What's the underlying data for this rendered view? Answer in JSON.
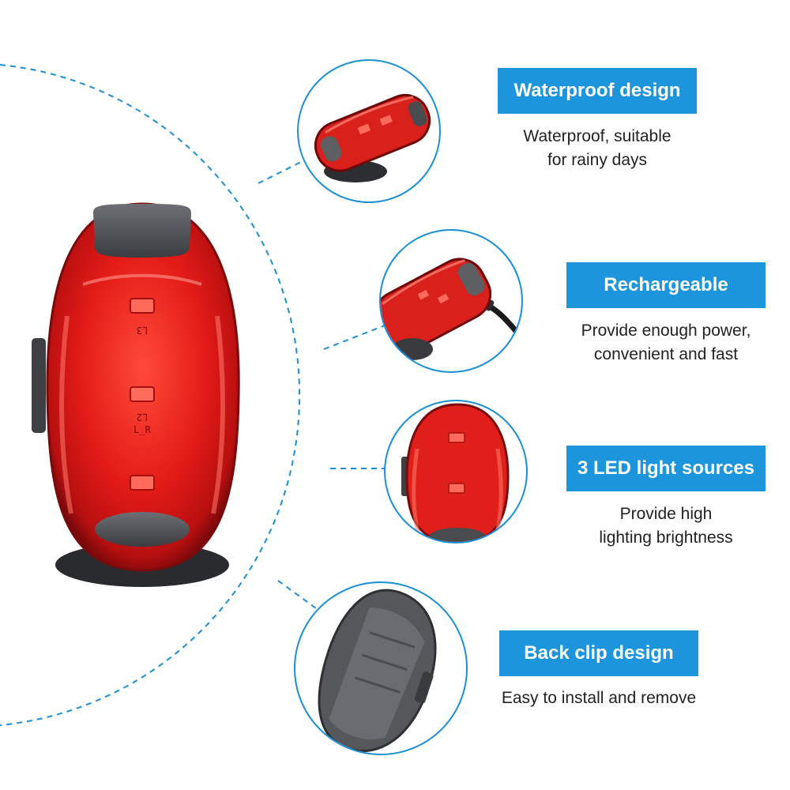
{
  "features": [
    {
      "title": "Waterproof design",
      "lines": [
        "Waterproof, suitable",
        "for rainy days"
      ]
    },
    {
      "title": "Rechargeable",
      "lines": [
        "Provide enough power,",
        "convenient and fast"
      ]
    },
    {
      "title": "3 LED light sources",
      "lines": [
        "Provide high",
        "lighting brightness"
      ]
    },
    {
      "title": "Back clip design",
      "lines": [
        "Easy to install and remove"
      ]
    }
  ],
  "product": {
    "led_labels": [
      "L3",
      "L2",
      "L_R"
    ]
  },
  "colors": {
    "accent": "#1c95dc",
    "guide_line": "#1a8fd6",
    "lens_red": "#e0201e",
    "rubber_grey": "#5a5c60"
  }
}
